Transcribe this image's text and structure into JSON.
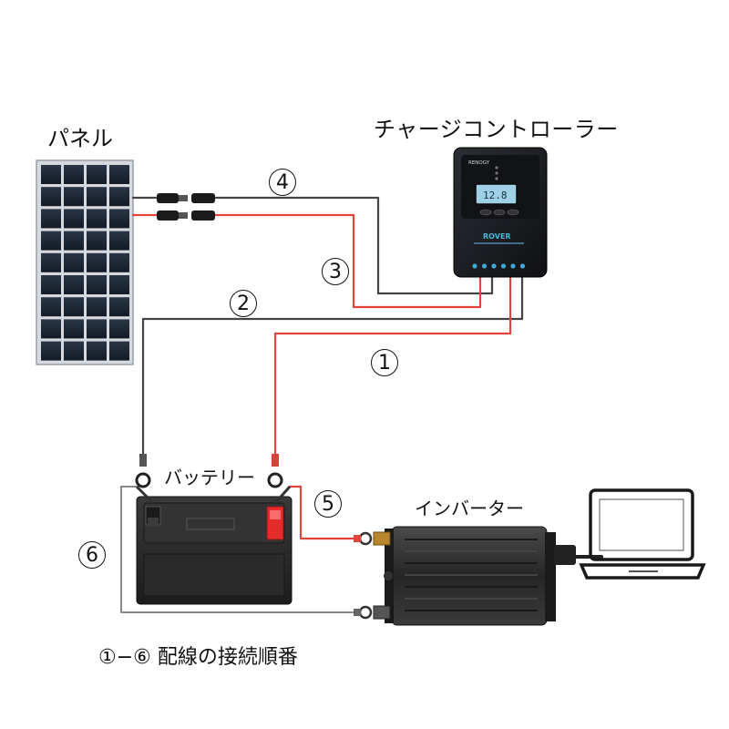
{
  "labels": {
    "panel": "パネル",
    "controller": "チャージコントローラー",
    "battery": "バッテリー",
    "inverter": "インバーター",
    "caption": "①−⑥ 配線の接続順番"
  },
  "controller_screen": {
    "brand": "RENOGY",
    "model": "ROVER",
    "display": "12.8"
  },
  "steps": [
    {
      "n": "1",
      "label": "①"
    },
    {
      "n": "2",
      "label": "②"
    },
    {
      "n": "3",
      "label": "③"
    },
    {
      "n": "4",
      "label": "④"
    },
    {
      "n": "5",
      "label": "⑤"
    },
    {
      "n": "6",
      "label": "⑥"
    }
  ],
  "colors": {
    "positive_wire": "#e0443a",
    "negative_wire": "#444444",
    "panel_cell": "#1f2a38",
    "panel_frame": "#c9ccd2",
    "controller_body": "#1b1d22",
    "controller_screen": "#9fd0e6",
    "battery_body": "#2a2a2a",
    "terminal_red": "#e52b2b",
    "inverter_body": "#2b2b2b"
  }
}
